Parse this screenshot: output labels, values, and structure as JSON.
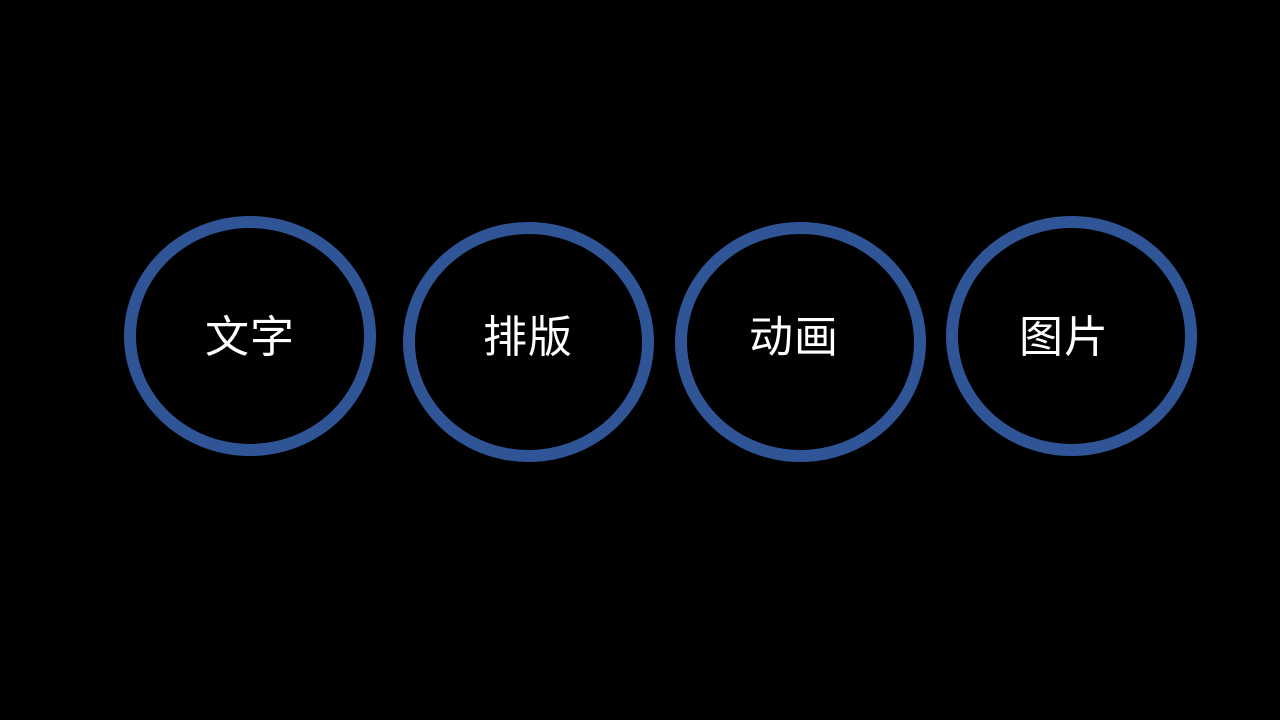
{
  "slide": {
    "background": "#000000",
    "ring_color": "#2F5597",
    "items": [
      {
        "label": "文字"
      },
      {
        "label": "排版"
      },
      {
        "label": "动画"
      },
      {
        "label": "图片"
      }
    ]
  }
}
